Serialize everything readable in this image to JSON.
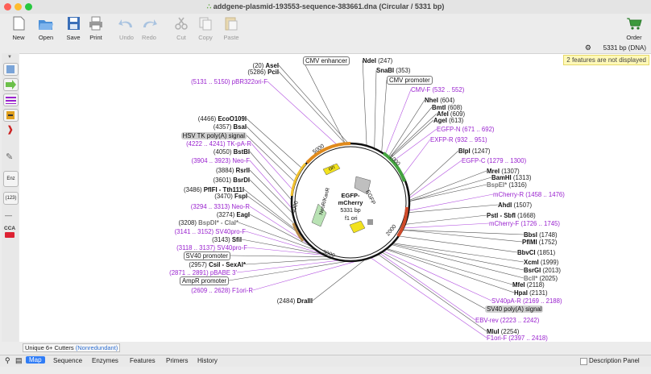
{
  "window": {
    "title": "addgene-plasmid-193553-sequence-383661.dna (Circular / 5331 bp)",
    "traffic_colors": [
      "#fe5f57",
      "#febc2e",
      "#28c840"
    ]
  },
  "toolbar": {
    "new": "New",
    "open": "Open",
    "save": "Save",
    "print": "Print",
    "undo": "Undo",
    "redo": "Redo",
    "cut": "Cut",
    "copy": "Copy",
    "paste": "Paste",
    "order": "Order"
  },
  "info": {
    "size": "5331 bp  (DNA)",
    "notice": "2 features are not displayed"
  },
  "sidebar": {
    "items": [
      "map-icon",
      "arrow-icon",
      "lines-icon",
      "feature-icon",
      "bracket-icon",
      "pencil-icon",
      "enzyme-icon",
      "number-icon",
      "dash-icon",
      "cca-icon"
    ],
    "number": "(123)",
    "cca": "CCA"
  },
  "map": {
    "name": "EGFP-\nmCherry",
    "name_line1": "EGFP-",
    "name_line2": "mCherry",
    "length": "5331 bp",
    "ticks": [
      "1000",
      "2000",
      "3000",
      "4000",
      "5000"
    ],
    "features": [
      "ori",
      "f1 ori",
      "NeoR/KanR",
      "SV40 ori",
      "EGFP",
      "mCherry"
    ],
    "labels_left": [
      {
        "pos": "(20)",
        "name": "AseI"
      },
      {
        "pos": "(5286)",
        "name": "PciI"
      },
      {
        "pos": "(5131 .. 5150)",
        "name": "pBR322ori-F",
        "kind": "primer"
      },
      {
        "pos": "(4466)",
        "name": "EcoO109I"
      },
      {
        "pos": "(4357)",
        "name": "BsaI"
      },
      {
        "pos": "",
        "name": "HSV TK poly(A) signal",
        "kind": "feature"
      },
      {
        "pos": "(4222 .. 4241)",
        "name": "TK-pA-R",
        "kind": "primer"
      },
      {
        "pos": "(4050)",
        "name": "BstBI"
      },
      {
        "pos": "(3904 .. 3923)",
        "name": "Neo-F",
        "kind": "primer"
      },
      {
        "pos": "(3884)",
        "name": "RsrII"
      },
      {
        "pos": "(3601)",
        "name": "BsrDI"
      },
      {
        "pos": "(3486)",
        "name": "PflFI - Tth111I"
      },
      {
        "pos": "(3470)",
        "name": "FspI"
      },
      {
        "pos": "(3294 .. 3313)",
        "name": "Neo-R",
        "kind": "primer"
      },
      {
        "pos": "(3274)",
        "name": "EagI"
      },
      {
        "pos": "(3208)",
        "name": "BspDI* - ClaI*",
        "kind": "gray"
      },
      {
        "pos": "(3141 .. 3152)",
        "name": "SV40pro-F",
        "kind": "primer"
      },
      {
        "pos": "(3143)",
        "name": "SfiI"
      },
      {
        "pos": "(3118 .. 3137)",
        "name": "SV40pro-F",
        "kind": "primer"
      },
      {
        "pos": "",
        "name": "SV40 promoter",
        "kind": "promoter"
      },
      {
        "pos": "(2957)",
        "name": "CsiI - SexAI*"
      },
      {
        "pos": "(2871 .. 2891)",
        "name": "pBABE 3'",
        "kind": "primer"
      },
      {
        "pos": "",
        "name": "AmpR promoter",
        "kind": "promoter"
      },
      {
        "pos": "(2609 .. 2628)",
        "name": "F1ori-R",
        "kind": "primer"
      },
      {
        "pos": "(2484)",
        "name": "DraIII"
      }
    ],
    "labels_right": [
      {
        "pos": "",
        "name": "CMV enhancer",
        "kind": "promoter"
      },
      {
        "pos": "(247)",
        "name": "NdeI"
      },
      {
        "pos": "(353)",
        "name": "SnaBI"
      },
      {
        "pos": "",
        "name": "CMV promoter",
        "kind": "promoter"
      },
      {
        "pos": "(532 .. 552)",
        "name": "CMV-F",
        "kind": "primer"
      },
      {
        "pos": "(604)",
        "name": "NheI"
      },
      {
        "pos": "(608)",
        "name": "BmtI"
      },
      {
        "pos": "(609)",
        "name": "AfeI"
      },
      {
        "pos": "(613)",
        "name": "AgeI"
      },
      {
        "pos": "(671 .. 692)",
        "name": "EGFP-N",
        "kind": "primer"
      },
      {
        "pos": "(932 .. 951)",
        "name": "EXFP-R",
        "kind": "primer"
      },
      {
        "pos": "(1247)",
        "name": "BlpI"
      },
      {
        "pos": "(1279 .. 1300)",
        "name": "EGFP-C",
        "kind": "primer"
      },
      {
        "pos": "(1307)",
        "name": "MreI"
      },
      {
        "pos": "(1313)",
        "name": "BamHI"
      },
      {
        "pos": "(1316)",
        "name": "BspEI*",
        "kind": "gray"
      },
      {
        "pos": "(1458 .. 1476)",
        "name": "mCherry-R",
        "kind": "primer"
      },
      {
        "pos": "(1507)",
        "name": "AhdI"
      },
      {
        "pos": "(1668)",
        "name": "PstI - SbfI"
      },
      {
        "pos": "(1726 .. 1745)",
        "name": "mCherry-F",
        "kind": "primer"
      },
      {
        "pos": "(1748)",
        "name": "BbsI"
      },
      {
        "pos": "(1752)",
        "name": "PflMI"
      },
      {
        "pos": "(1851)",
        "name": "BbvCI"
      },
      {
        "pos": "(1999)",
        "name": "XcmI"
      },
      {
        "pos": "(2013)",
        "name": "BsrGI"
      },
      {
        "pos": "(2025)",
        "name": "BclI*",
        "kind": "gray"
      },
      {
        "pos": "(2118)",
        "name": "MfeI"
      },
      {
        "pos": "(2131)",
        "name": "HpaI"
      },
      {
        "pos": "(2169 .. 2188)",
        "name": "SV40pA-R",
        "kind": "primer"
      },
      {
        "pos": "",
        "name": "SV40 poly(A) signal",
        "kind": "feature"
      },
      {
        "pos": "(2223 .. 2242)",
        "name": "EBV-rev",
        "kind": "primer"
      },
      {
        "pos": "(2254)",
        "name": "MluI"
      },
      {
        "pos": "(2397 .. 2418)",
        "name": "F1ori-F",
        "kind": "primer"
      }
    ]
  },
  "bottom": {
    "cutters": "Unique 6+ Cutters",
    "cutters_mode": "(Nonredundant)",
    "tabs": [
      "Map",
      "Sequence",
      "Enzymes",
      "Features",
      "Primers",
      "History"
    ],
    "description_panel": "Description Panel"
  }
}
